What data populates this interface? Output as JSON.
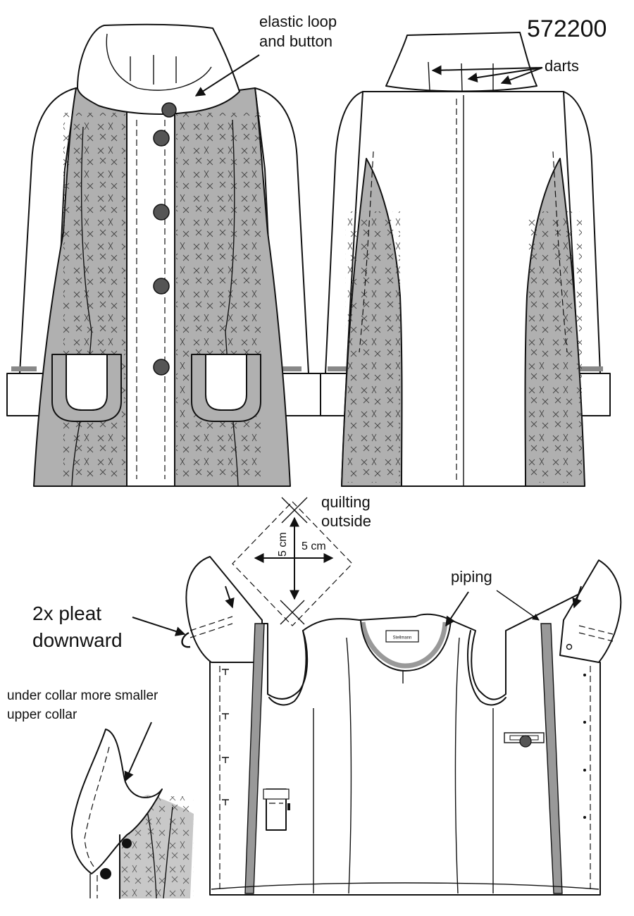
{
  "pattern": {
    "number": "572200"
  },
  "labels": {
    "elastic_line1": "elastic loop",
    "elastic_line2": "and button",
    "darts": "darts",
    "quilting_line1": "quilting",
    "quilting_line2": "outside",
    "dim_vertical": "5 cm",
    "dim_horizontal": "5 cm",
    "piping": "piping",
    "pleat_line1": "2x pleat",
    "pleat_line2": "downward",
    "collar_line1": "under collar more smaller",
    "collar_line2": "upper collar",
    "size_label": "Stellmann"
  },
  "colors": {
    "fabric_contrast": "#b0b0b0",
    "fabric_main": "#ffffff",
    "line": "#111111",
    "button": "#555555",
    "cuff_tab": "#888888"
  }
}
